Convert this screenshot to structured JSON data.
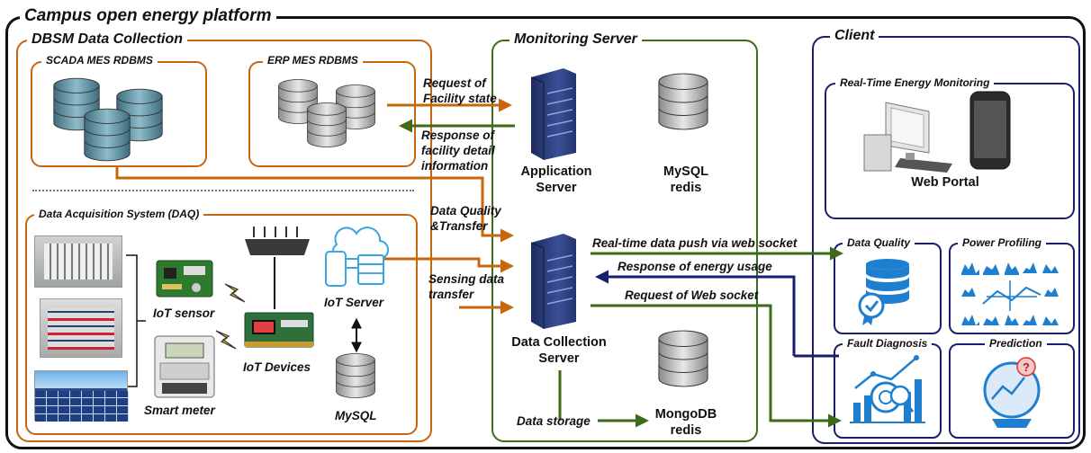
{
  "platform_title": "Campus open energy platform",
  "dbsm": {
    "title": "DBSM Data Collection",
    "scada_title": "SCADA MES RDBMS",
    "erp_title": "ERP MES RDBMS",
    "daq": {
      "title": "Data Acquisition System (DAQ)",
      "iot_sensor": "IoT sensor",
      "smart_meter": "Smart meter",
      "iot_devices": "IoT Devices",
      "iot_server": "IoT Server",
      "mysql": "MySQL"
    }
  },
  "monitoring": {
    "title": "Monitoring Server",
    "application_server": [
      "Application",
      "Server"
    ],
    "mysql_redis": [
      "MySQL",
      "redis"
    ],
    "data_collection_server": [
      "Data Collection",
      "Server"
    ],
    "mongodb_redis": [
      "MongoDB",
      "redis"
    ],
    "data_storage": "Data storage"
  },
  "client": {
    "title": "Client",
    "realtime_title": "Real-Time Energy Monitoring",
    "web_portal": "Web Portal",
    "data_quality": "Data Quality",
    "power_profiling": "Power Profiling",
    "fault_diagnosis": "Fault Diagnosis",
    "prediction": "Prediction"
  },
  "arrows": {
    "request_facility": [
      "Request of",
      "Facility state"
    ],
    "response_facility": [
      "Response of",
      "facility detail",
      "information"
    ],
    "data_quality_transfer": [
      "Data Quality",
      "&Transfer"
    ],
    "sensing_transfer": [
      "Sensing data",
      "transfer"
    ],
    "realtime_push": "Real-time data push via web socket",
    "response_energy": "Response of energy usage",
    "request_websocket": "Request of Web socket"
  },
  "colors": {
    "orange": "#c8650f",
    "green": "#3d6b1a",
    "navy": "#1a1f6b",
    "black": "#111111"
  }
}
